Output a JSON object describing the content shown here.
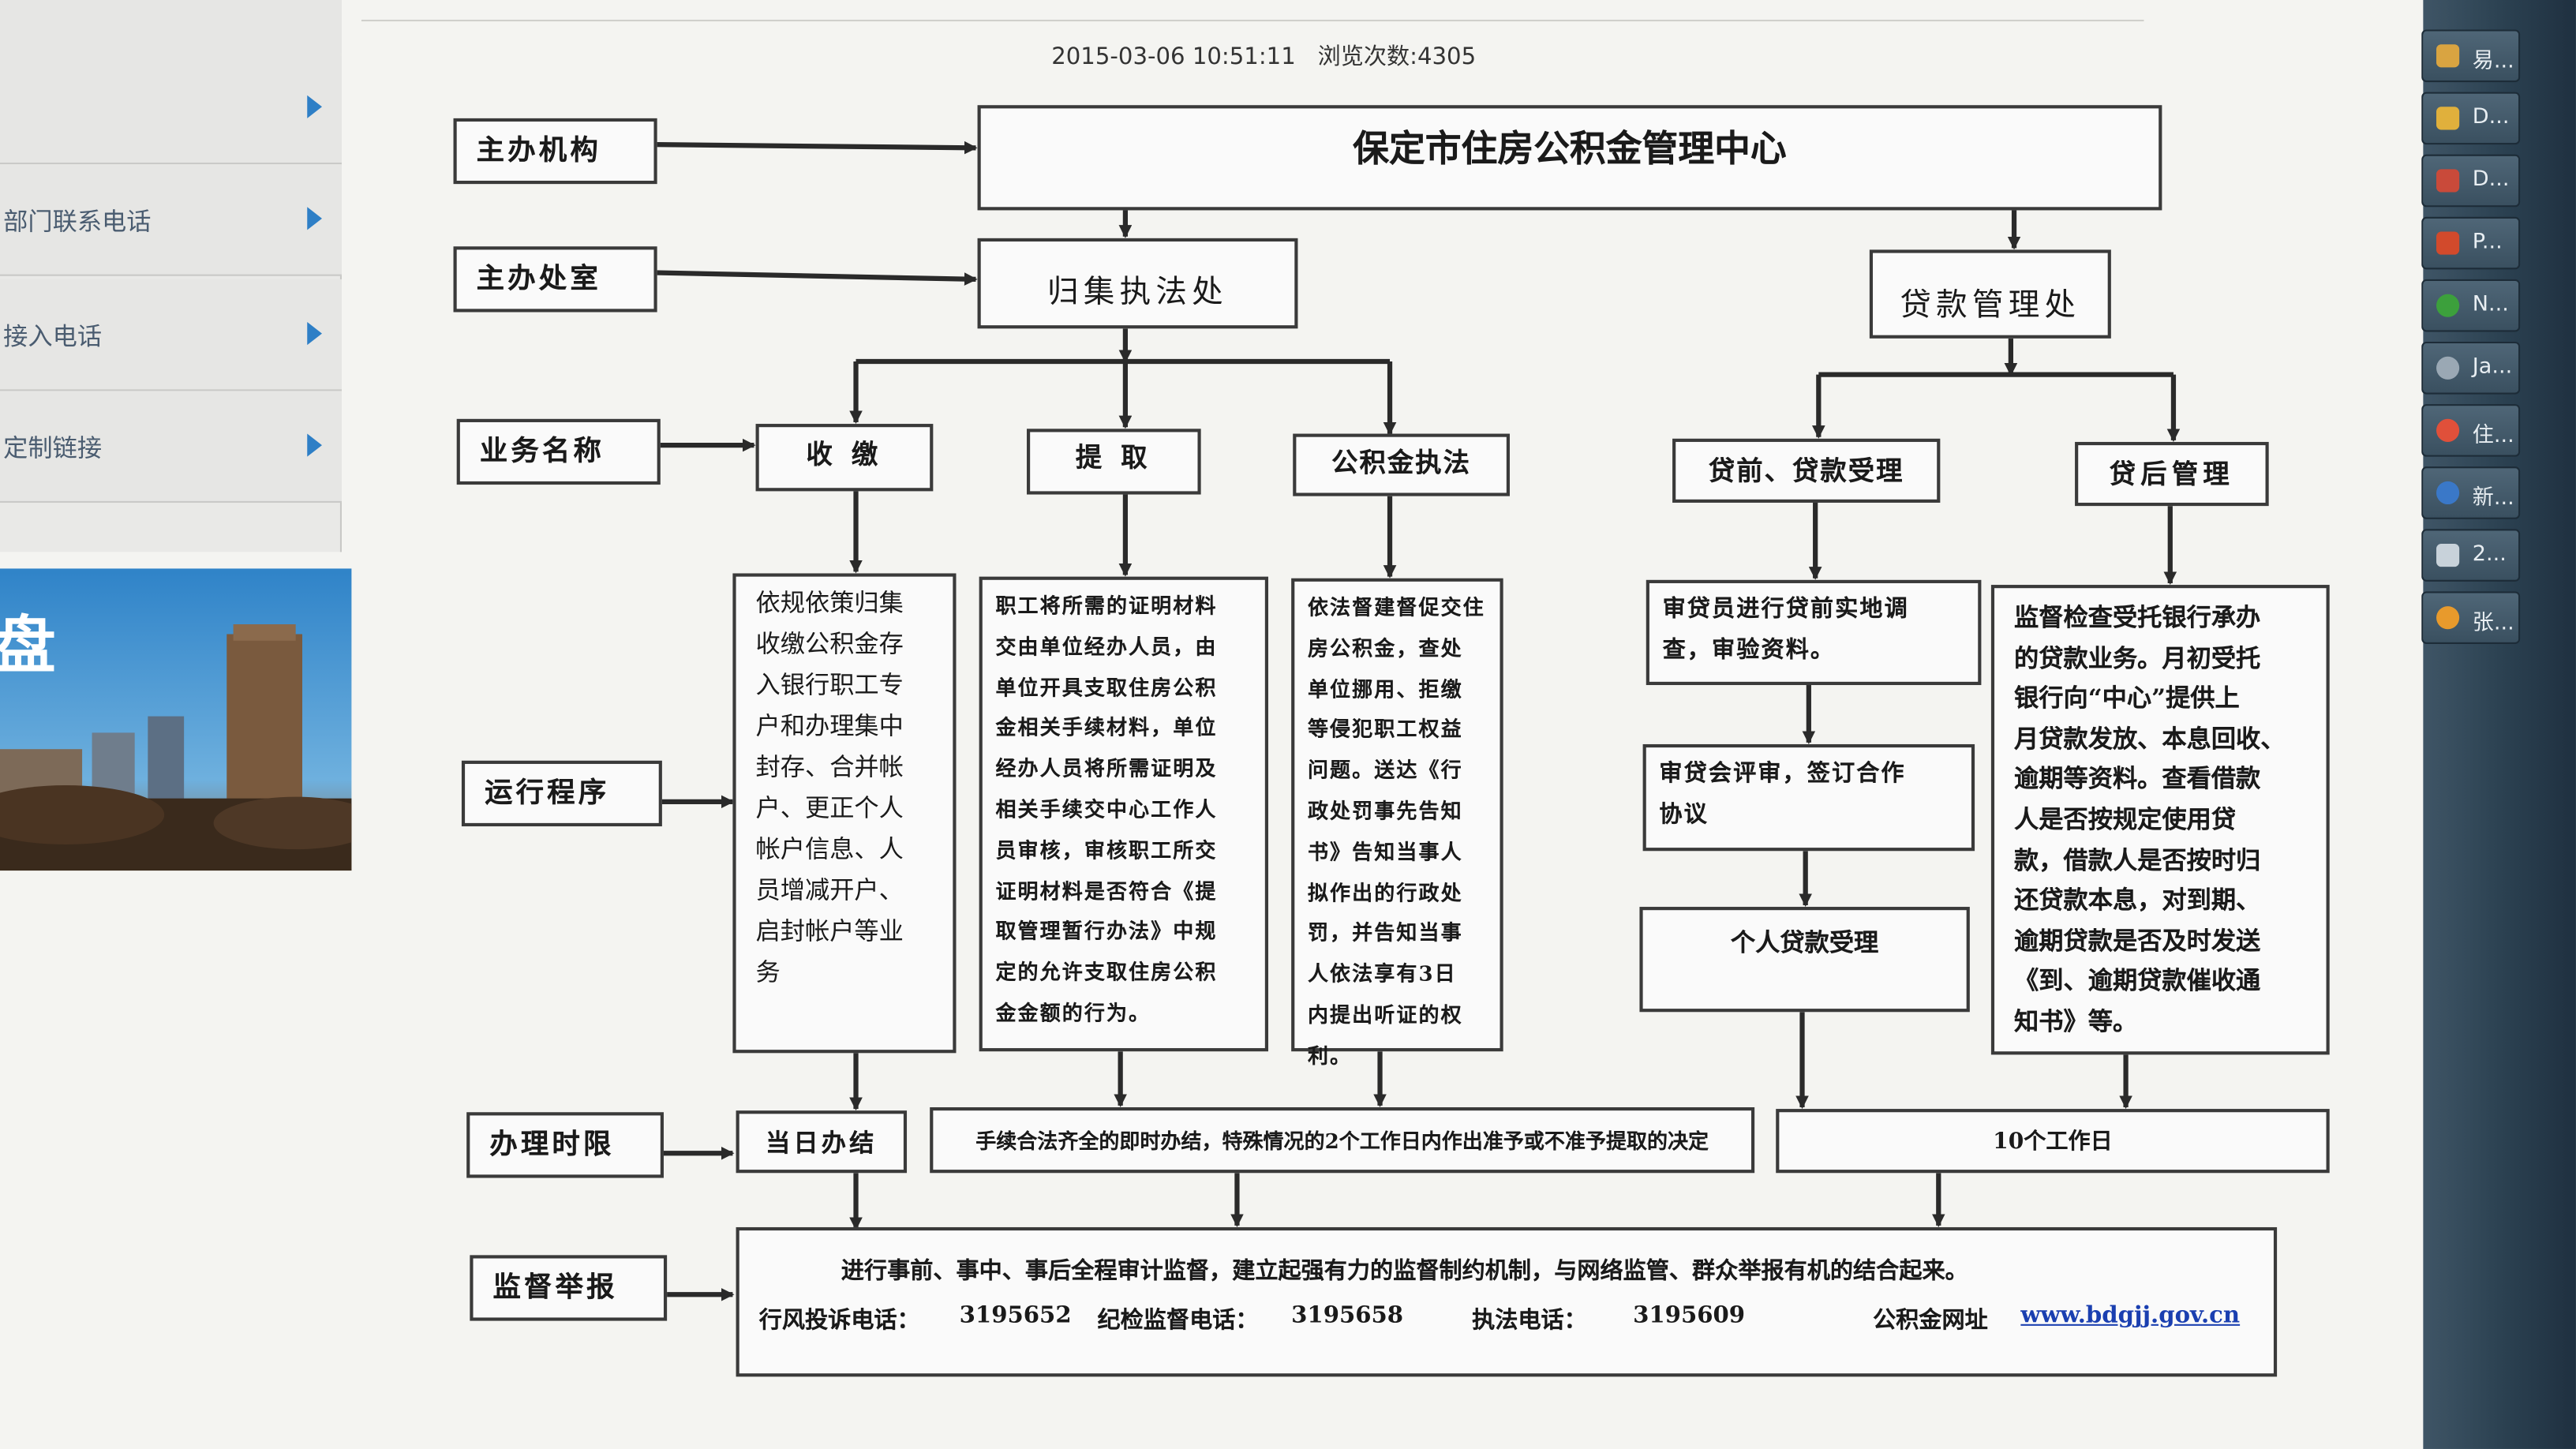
{
  "sidebar": {
    "items": [
      {
        "label": "",
        "has_arrow": true
      },
      {
        "label": "部门联系电话",
        "has_arrow": true
      },
      {
        "label": "接入电话",
        "has_arrow": true
      },
      {
        "label": "定制链接",
        "has_arrow": true
      }
    ],
    "photo_text": "盘"
  },
  "meta": {
    "datetime": "2015-03-06 10:51:11",
    "views": "浏览次数:4305"
  },
  "flow": {
    "row_labels": {
      "sponsor_org": "主办机构",
      "sponsor_dept": "主办处室",
      "business": "业务名称",
      "procedure": "运行程序",
      "time_limit": "办理时限",
      "supervision": "监督举报"
    },
    "center": "保定市住房公积金管理中心",
    "dept_collect": "归集执法处",
    "dept_loan": "贷款管理处",
    "biz": {
      "payment": "收 缴",
      "withdraw": "提 取",
      "enforce": "公积金执法",
      "pre_loan": "贷前、贷款受理",
      "post_loan": "贷后管理"
    },
    "proc": {
      "payment": "依规依策归集\n收缴公积金存\n入银行职工专\n户和办理集中\n封存、合并帐\n户、更正个人\n帐户信息、人\n员增减开户、\n启封帐户等业\n务",
      "withdraw": "职工将所需的证明材料\n交由单位经办人员，由\n单位开具支取住房公积\n金相关手续材料，单位\n经办人员将所需证明及\n相关手续交中心工作人\n员审核，审核职工所交\n证明材料是否符合《提\n取管理暂行办法》中规\n定的允许支取住房公积\n金金额的行为。",
      "enforce": "依法督建督促交住\n房公积金，查处\n单位挪用、拒缴\n等侵犯职工权益\n问题。送达《行\n政处罚事先告知\n书》告知当事人\n拟作出的行政处\n罚，并告知当事\n人依法享有3日\n内提出听证的权\n利。",
      "loan_step1": "审贷员进行贷前实地调\n查，审验资料。",
      "loan_step2": "审贷会评审，签订合作\n协议",
      "loan_step3": "个人贷款受理",
      "post_loan": "监督检查受托银行承办\n的贷款业务。月初受托\n银行向“中心”提供上\n月贷款发放、本息回收、\n逾期等资料。查看借款\n人是否按规定使用贷\n款，借款人是否按时归\n还贷款本息，对到期、\n逾期贷款是否及时发送\n《到、逾期贷款催收通\n知书》等。"
    },
    "time": {
      "same_day": "当日办结",
      "withdraw_rule": "手续合法齐全的即时办结，特殊情况的2个工作日内作出准予或不准予提取的决定",
      "loan_days": "10个工作日"
    },
    "supervision": {
      "statement": "进行事前、事中、事后全程审计监督，建立起强有力的监督制约机制，与网络监管、群众举报有机的结合起来。",
      "complaint_label": "行风投诉电话：",
      "complaint_phone": "3195652",
      "discipline_label": "纪检监督电话：",
      "discipline_phone": "3195658",
      "law_label": "执法电话：",
      "law_phone": "3195609",
      "site_label": "公积金网址",
      "site_url": "www.bdgjj.gov.cn"
    }
  },
  "taskbar": {
    "items": [
      "易...",
      "D...",
      "D...",
      "P...",
      "N...",
      "Ja...",
      "住...",
      "新...",
      "2...",
      "张..."
    ]
  }
}
